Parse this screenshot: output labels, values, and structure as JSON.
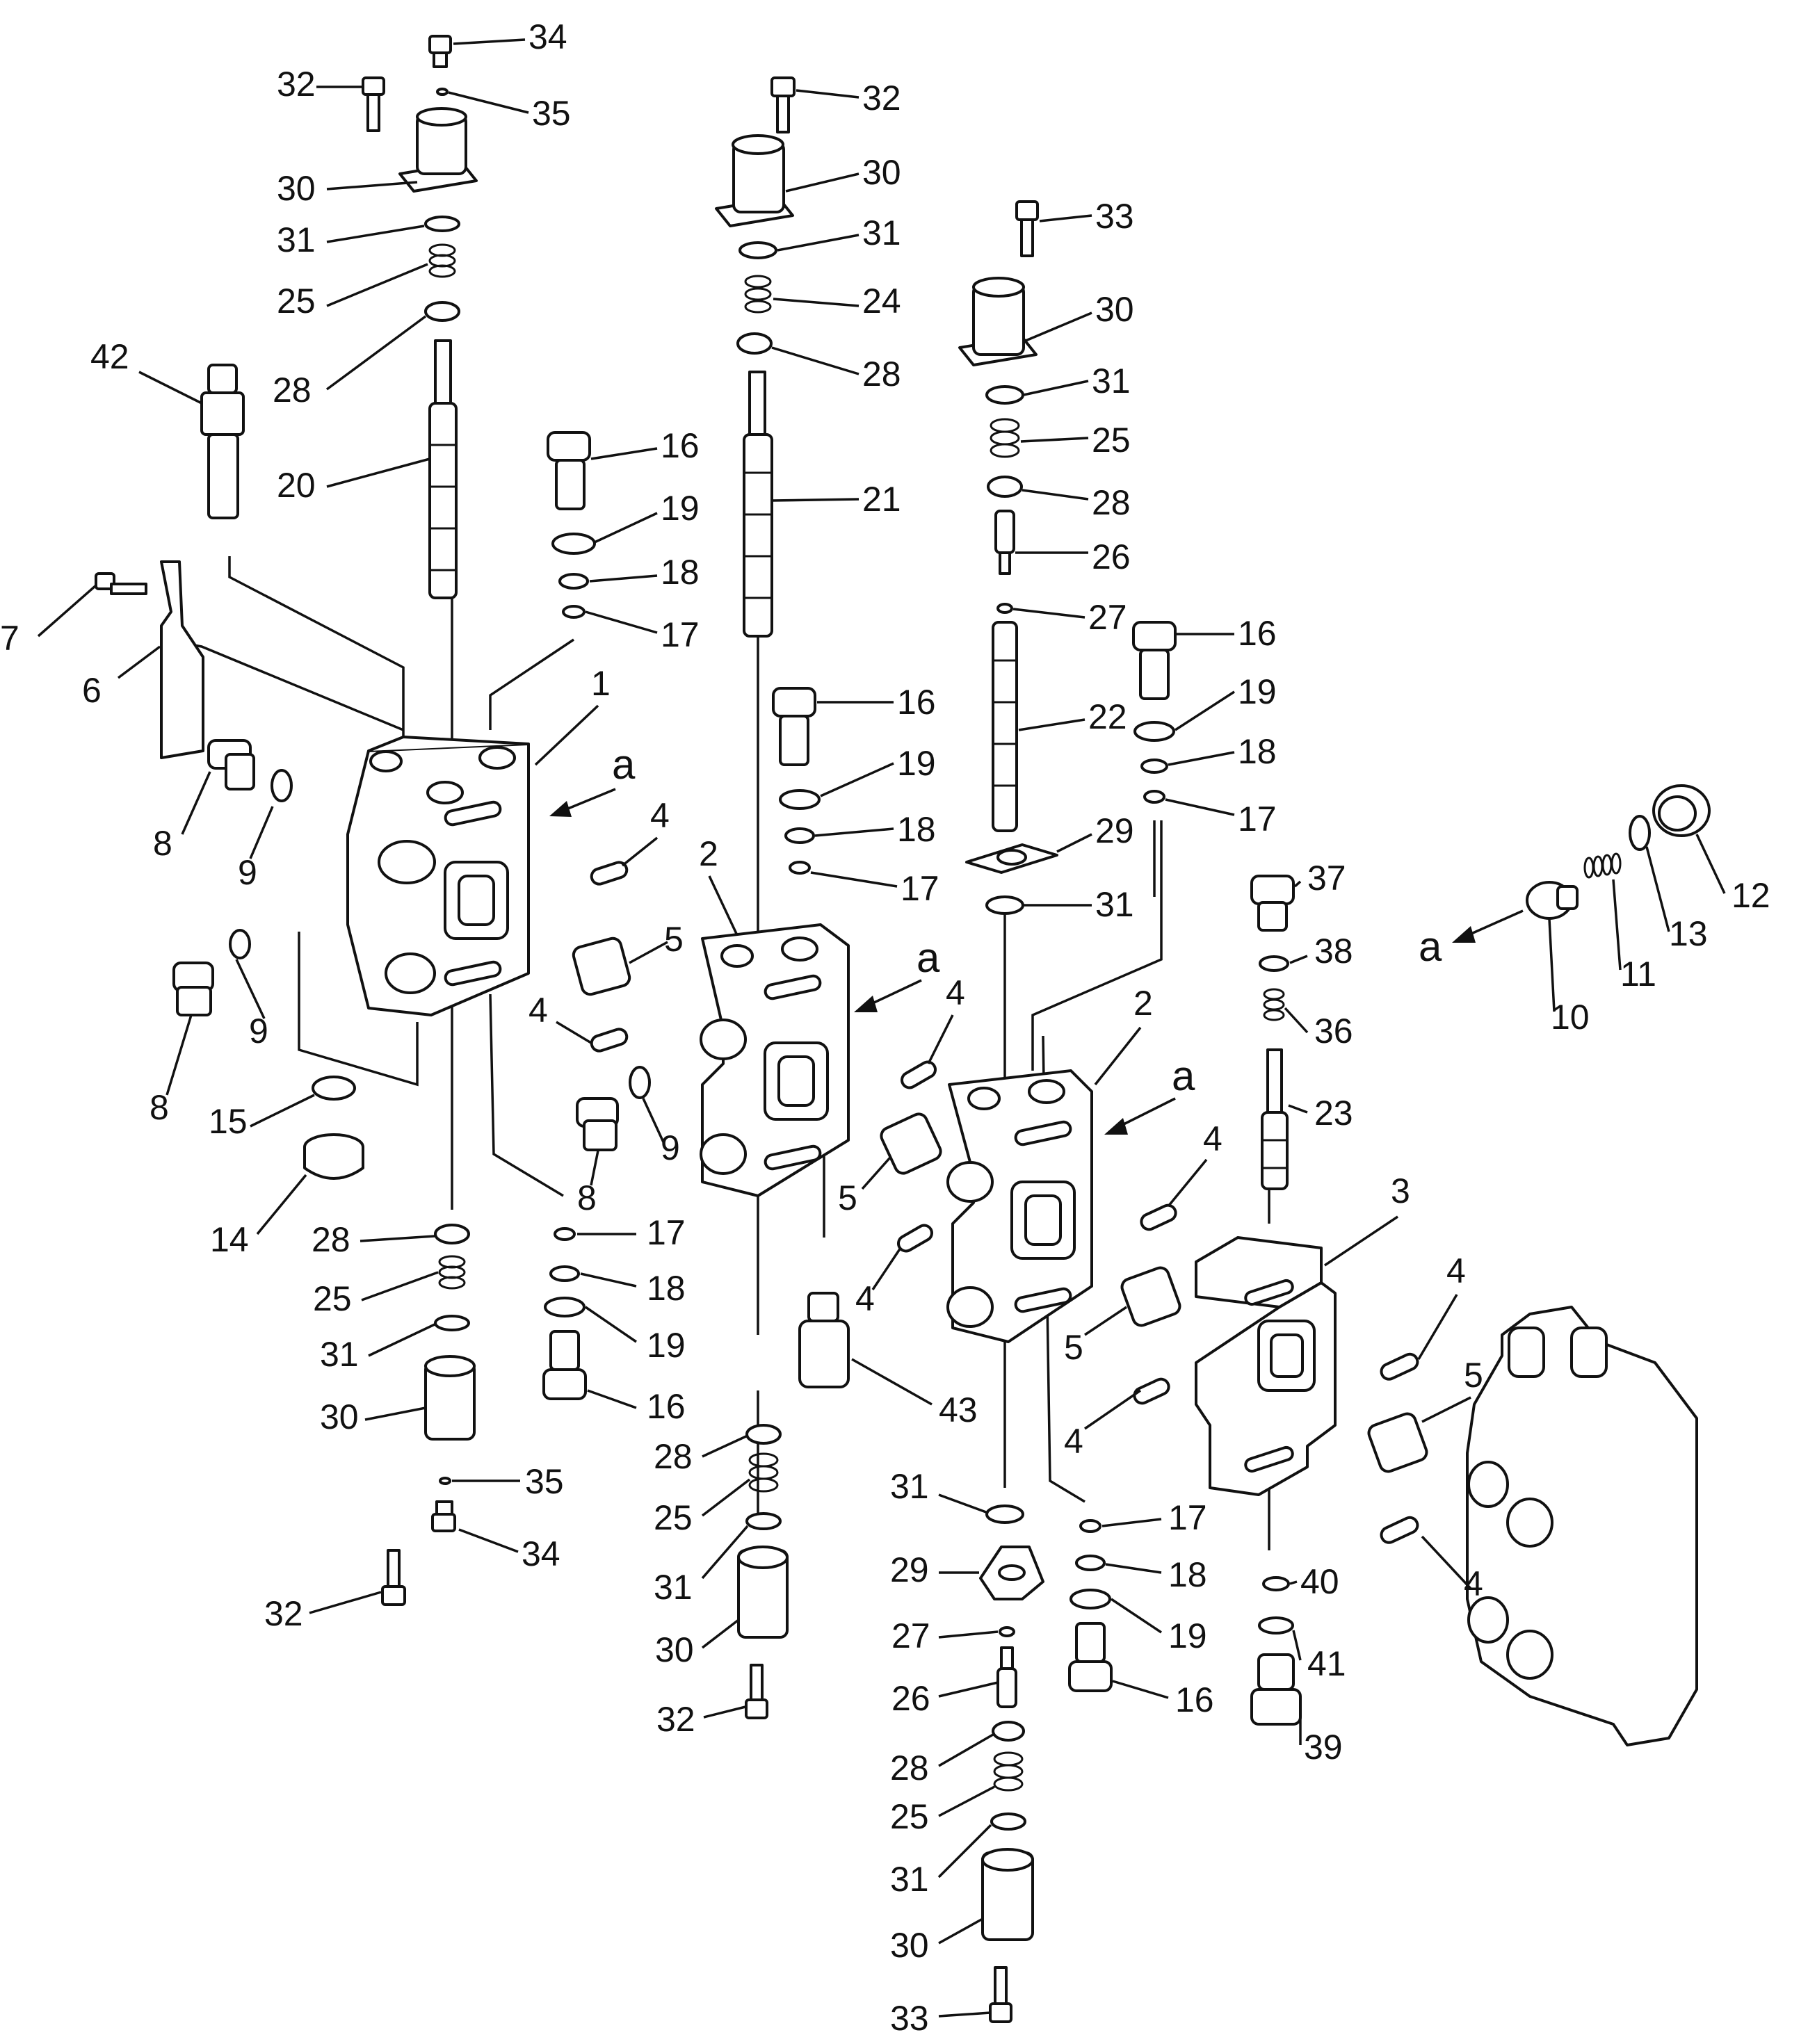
{
  "diagram": {
    "view_label": "a",
    "callouts": [
      {
        "id": "c34a",
        "text": "34"
      },
      {
        "id": "c35a",
        "text": "35"
      },
      {
        "id": "c32a",
        "text": "32"
      },
      {
        "id": "c30a",
        "text": "30"
      },
      {
        "id": "c31a",
        "text": "31"
      },
      {
        "id": "c25a",
        "text": "25"
      },
      {
        "id": "c28a",
        "text": "28"
      },
      {
        "id": "c42",
        "text": "42"
      },
      {
        "id": "c20",
        "text": "20"
      },
      {
        "id": "c16a",
        "text": "16"
      },
      {
        "id": "c19a",
        "text": "19"
      },
      {
        "id": "c18a",
        "text": "18"
      },
      {
        "id": "c17a",
        "text": "17"
      },
      {
        "id": "c7",
        "text": "7"
      },
      {
        "id": "c6",
        "text": "6"
      },
      {
        "id": "c1",
        "text": "1"
      },
      {
        "id": "c8a",
        "text": "8"
      },
      {
        "id": "c9a",
        "text": "9"
      },
      {
        "id": "c9b",
        "text": "9"
      },
      {
        "id": "c8b",
        "text": "8"
      },
      {
        "id": "c15",
        "text": "15"
      },
      {
        "id": "c14",
        "text": "14"
      },
      {
        "id": "c28b",
        "text": "28"
      },
      {
        "id": "c25b",
        "text": "25"
      },
      {
        "id": "c31b",
        "text": "31"
      },
      {
        "id": "c30b",
        "text": "30"
      },
      {
        "id": "c35b",
        "text": "35"
      },
      {
        "id": "c34b",
        "text": "34"
      },
      {
        "id": "c32b",
        "text": "32"
      },
      {
        "id": "c17b",
        "text": "17"
      },
      {
        "id": "c18b",
        "text": "18"
      },
      {
        "id": "c19b",
        "text": "19"
      },
      {
        "id": "c16b",
        "text": "16"
      },
      {
        "id": "c32c",
        "text": "32"
      },
      {
        "id": "c30c",
        "text": "30"
      },
      {
        "id": "c31c",
        "text": "31"
      },
      {
        "id": "c24",
        "text": "24"
      },
      {
        "id": "c28c",
        "text": "28"
      },
      {
        "id": "c21",
        "text": "21"
      },
      {
        "id": "c16c",
        "text": "16"
      },
      {
        "id": "c19c",
        "text": "19"
      },
      {
        "id": "c18c",
        "text": "18"
      },
      {
        "id": "c17c",
        "text": "17"
      },
      {
        "id": "c2a",
        "text": "2"
      },
      {
        "id": "c4a",
        "text": "4"
      },
      {
        "id": "c5a",
        "text": "5"
      },
      {
        "id": "c4b",
        "text": "4"
      },
      {
        "id": "c4c",
        "text": "4"
      },
      {
        "id": "c9c",
        "text": "9"
      },
      {
        "id": "c8c",
        "text": "8"
      },
      {
        "id": "c5b",
        "text": "5"
      },
      {
        "id": "c4d",
        "text": "4"
      },
      {
        "id": "c43",
        "text": "43"
      },
      {
        "id": "c28d",
        "text": "28"
      },
      {
        "id": "c25c",
        "text": "25"
      },
      {
        "id": "c31d",
        "text": "31"
      },
      {
        "id": "c30d",
        "text": "30"
      },
      {
        "id": "c32d",
        "text": "32"
      },
      {
        "id": "c33a",
        "text": "33"
      },
      {
        "id": "c30e",
        "text": "30"
      },
      {
        "id": "c31e",
        "text": "31"
      },
      {
        "id": "c25d",
        "text": "25"
      },
      {
        "id": "c28e",
        "text": "28"
      },
      {
        "id": "c26a",
        "text": "26"
      },
      {
        "id": "c27a",
        "text": "27"
      },
      {
        "id": "c22",
        "text": "22"
      },
      {
        "id": "c29a",
        "text": "29"
      },
      {
        "id": "c31f",
        "text": "31"
      },
      {
        "id": "c16d",
        "text": "16"
      },
      {
        "id": "c19d",
        "text": "19"
      },
      {
        "id": "c18d",
        "text": "18"
      },
      {
        "id": "c17d",
        "text": "17"
      },
      {
        "id": "c2b",
        "text": "2"
      },
      {
        "id": "c4e",
        "text": "4"
      },
      {
        "id": "c5c",
        "text": "5"
      },
      {
        "id": "c4f",
        "text": "4"
      },
      {
        "id": "c31g",
        "text": "31"
      },
      {
        "id": "c29b",
        "text": "29"
      },
      {
        "id": "c27b",
        "text": "27"
      },
      {
        "id": "c26b",
        "text": "26"
      },
      {
        "id": "c28f",
        "text": "28"
      },
      {
        "id": "c25e",
        "text": "25"
      },
      {
        "id": "c31h",
        "text": "31"
      },
      {
        "id": "c30f",
        "text": "30"
      },
      {
        "id": "c33b",
        "text": "33"
      },
      {
        "id": "c17e",
        "text": "17"
      },
      {
        "id": "c18e",
        "text": "18"
      },
      {
        "id": "c19e",
        "text": "19"
      },
      {
        "id": "c16e",
        "text": "16"
      },
      {
        "id": "c37",
        "text": "37"
      },
      {
        "id": "c38",
        "text": "38"
      },
      {
        "id": "c36",
        "text": "36"
      },
      {
        "id": "c23",
        "text": "23"
      },
      {
        "id": "c3",
        "text": "3"
      },
      {
        "id": "c4g",
        "text": "4"
      },
      {
        "id": "c5d",
        "text": "5"
      },
      {
        "id": "c4h",
        "text": "4"
      },
      {
        "id": "c40",
        "text": "40"
      },
      {
        "id": "c41",
        "text": "41"
      },
      {
        "id": "c39",
        "text": "39"
      },
      {
        "id": "c12",
        "text": "12"
      },
      {
        "id": "c13",
        "text": "13"
      },
      {
        "id": "c11",
        "text": "11"
      },
      {
        "id": "c10",
        "text": "10"
      }
    ]
  }
}
